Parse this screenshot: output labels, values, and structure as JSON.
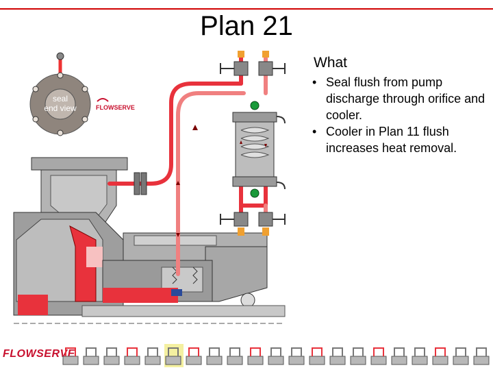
{
  "slide": {
    "title": "Plan 21",
    "heading": "What",
    "bullets": [
      "Seal flush from pump discharge through orifice and cooler.",
      "Cooler in Plan 11 flush increases heat removal."
    ],
    "bullet_glyph": "•"
  },
  "diagram": {
    "seal_view_label_line1": "seal",
    "seal_view_label_line2": "end view",
    "inset_logo": "FLOWSERVE"
  },
  "footer": {
    "logo": "FLOWSERVE"
  },
  "colors": {
    "accent_red": "#d00000",
    "flush_red": "#e8323c",
    "flush_pink": "#f08080",
    "metal_gray": "#a9a9a9",
    "valve_orange": "#f0a030",
    "indicator_green": "#1a9a3a"
  }
}
